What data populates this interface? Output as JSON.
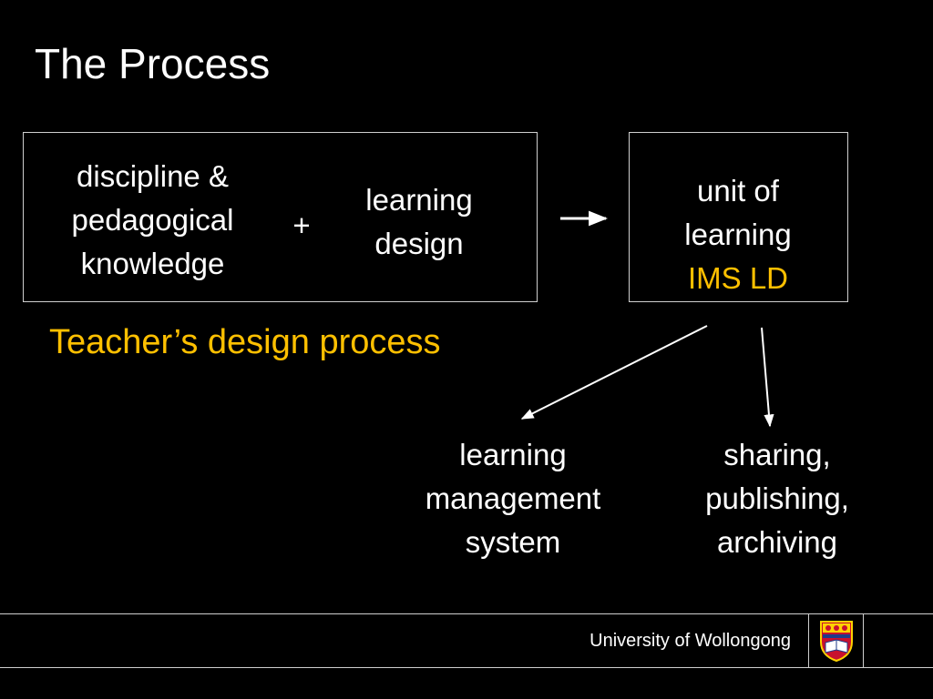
{
  "slide": {
    "title": "The Process",
    "caption": "Teacher’s design process",
    "plus_sign": "+"
  },
  "diagram": {
    "nodes": [
      {
        "id": "knowledge",
        "lines": [
          "discipline &",
          "pedagogical",
          "knowledge"
        ]
      },
      {
        "id": "learning-design",
        "lines": [
          "learning",
          "design"
        ]
      },
      {
        "id": "unit-of-learning",
        "lines": [
          "unit of",
          "learning",
          "IMS LD"
        ]
      },
      {
        "id": "lms",
        "lines": [
          "learning",
          "management",
          "system"
        ]
      },
      {
        "id": "sharing",
        "lines": [
          "sharing,",
          "publishing,",
          "archiving"
        ]
      }
    ],
    "edges": [
      {
        "from": "learning-design",
        "to": "unit-of-learning"
      },
      {
        "from": "unit-of-learning",
        "to": "lms"
      },
      {
        "from": "unit-of-learning",
        "to": "sharing"
      }
    ]
  },
  "footer": {
    "institution": "University of Wollongong",
    "logo_icon": "university-crest-icon"
  },
  "colors": {
    "background": "#000000",
    "text": "#ffffff",
    "accent": "#ffc000",
    "border": "#cfcfcf"
  }
}
